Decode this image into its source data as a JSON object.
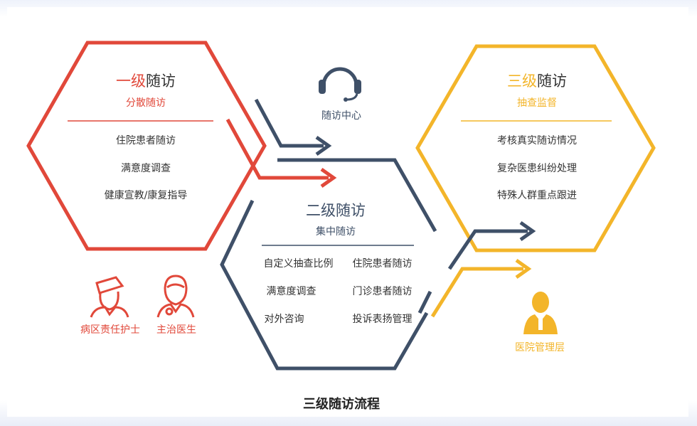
{
  "colors": {
    "red": "#e1483a",
    "yellow": "#f3b52a",
    "navy": "#3f5068",
    "text": "#333333"
  },
  "level1": {
    "title_highlight": "一级",
    "title_rest": "随访",
    "subtitle": "分散随访",
    "items": [
      "住院患者随访",
      "满意度调查",
      "健康宣教/康复指导"
    ]
  },
  "level2": {
    "title": "二级随访",
    "subtitle": "集中随访",
    "items_left": [
      "自定义抽查比例",
      "满意度调查",
      "对外咨询"
    ],
    "items_right": [
      "住院患者随访",
      "门诊患者随访",
      "投诉表扬管理"
    ]
  },
  "level3": {
    "title_highlight": "三级",
    "title_rest": "随访",
    "subtitle": "抽查监督",
    "items": [
      "考核真实随访情况",
      "复杂医患纠纷处理",
      "特殊人群重点跟进"
    ]
  },
  "icons": {
    "headset": {
      "icon": "headset-icon",
      "label": "随访中心"
    },
    "nurse": {
      "icon": "nurse-icon",
      "label": "病区责任护士"
    },
    "doctor": {
      "icon": "doctor-icon",
      "label": "主治医生"
    },
    "manager": {
      "icon": "manager-icon",
      "label": "医院管理层"
    }
  },
  "caption": "三级随访流程"
}
